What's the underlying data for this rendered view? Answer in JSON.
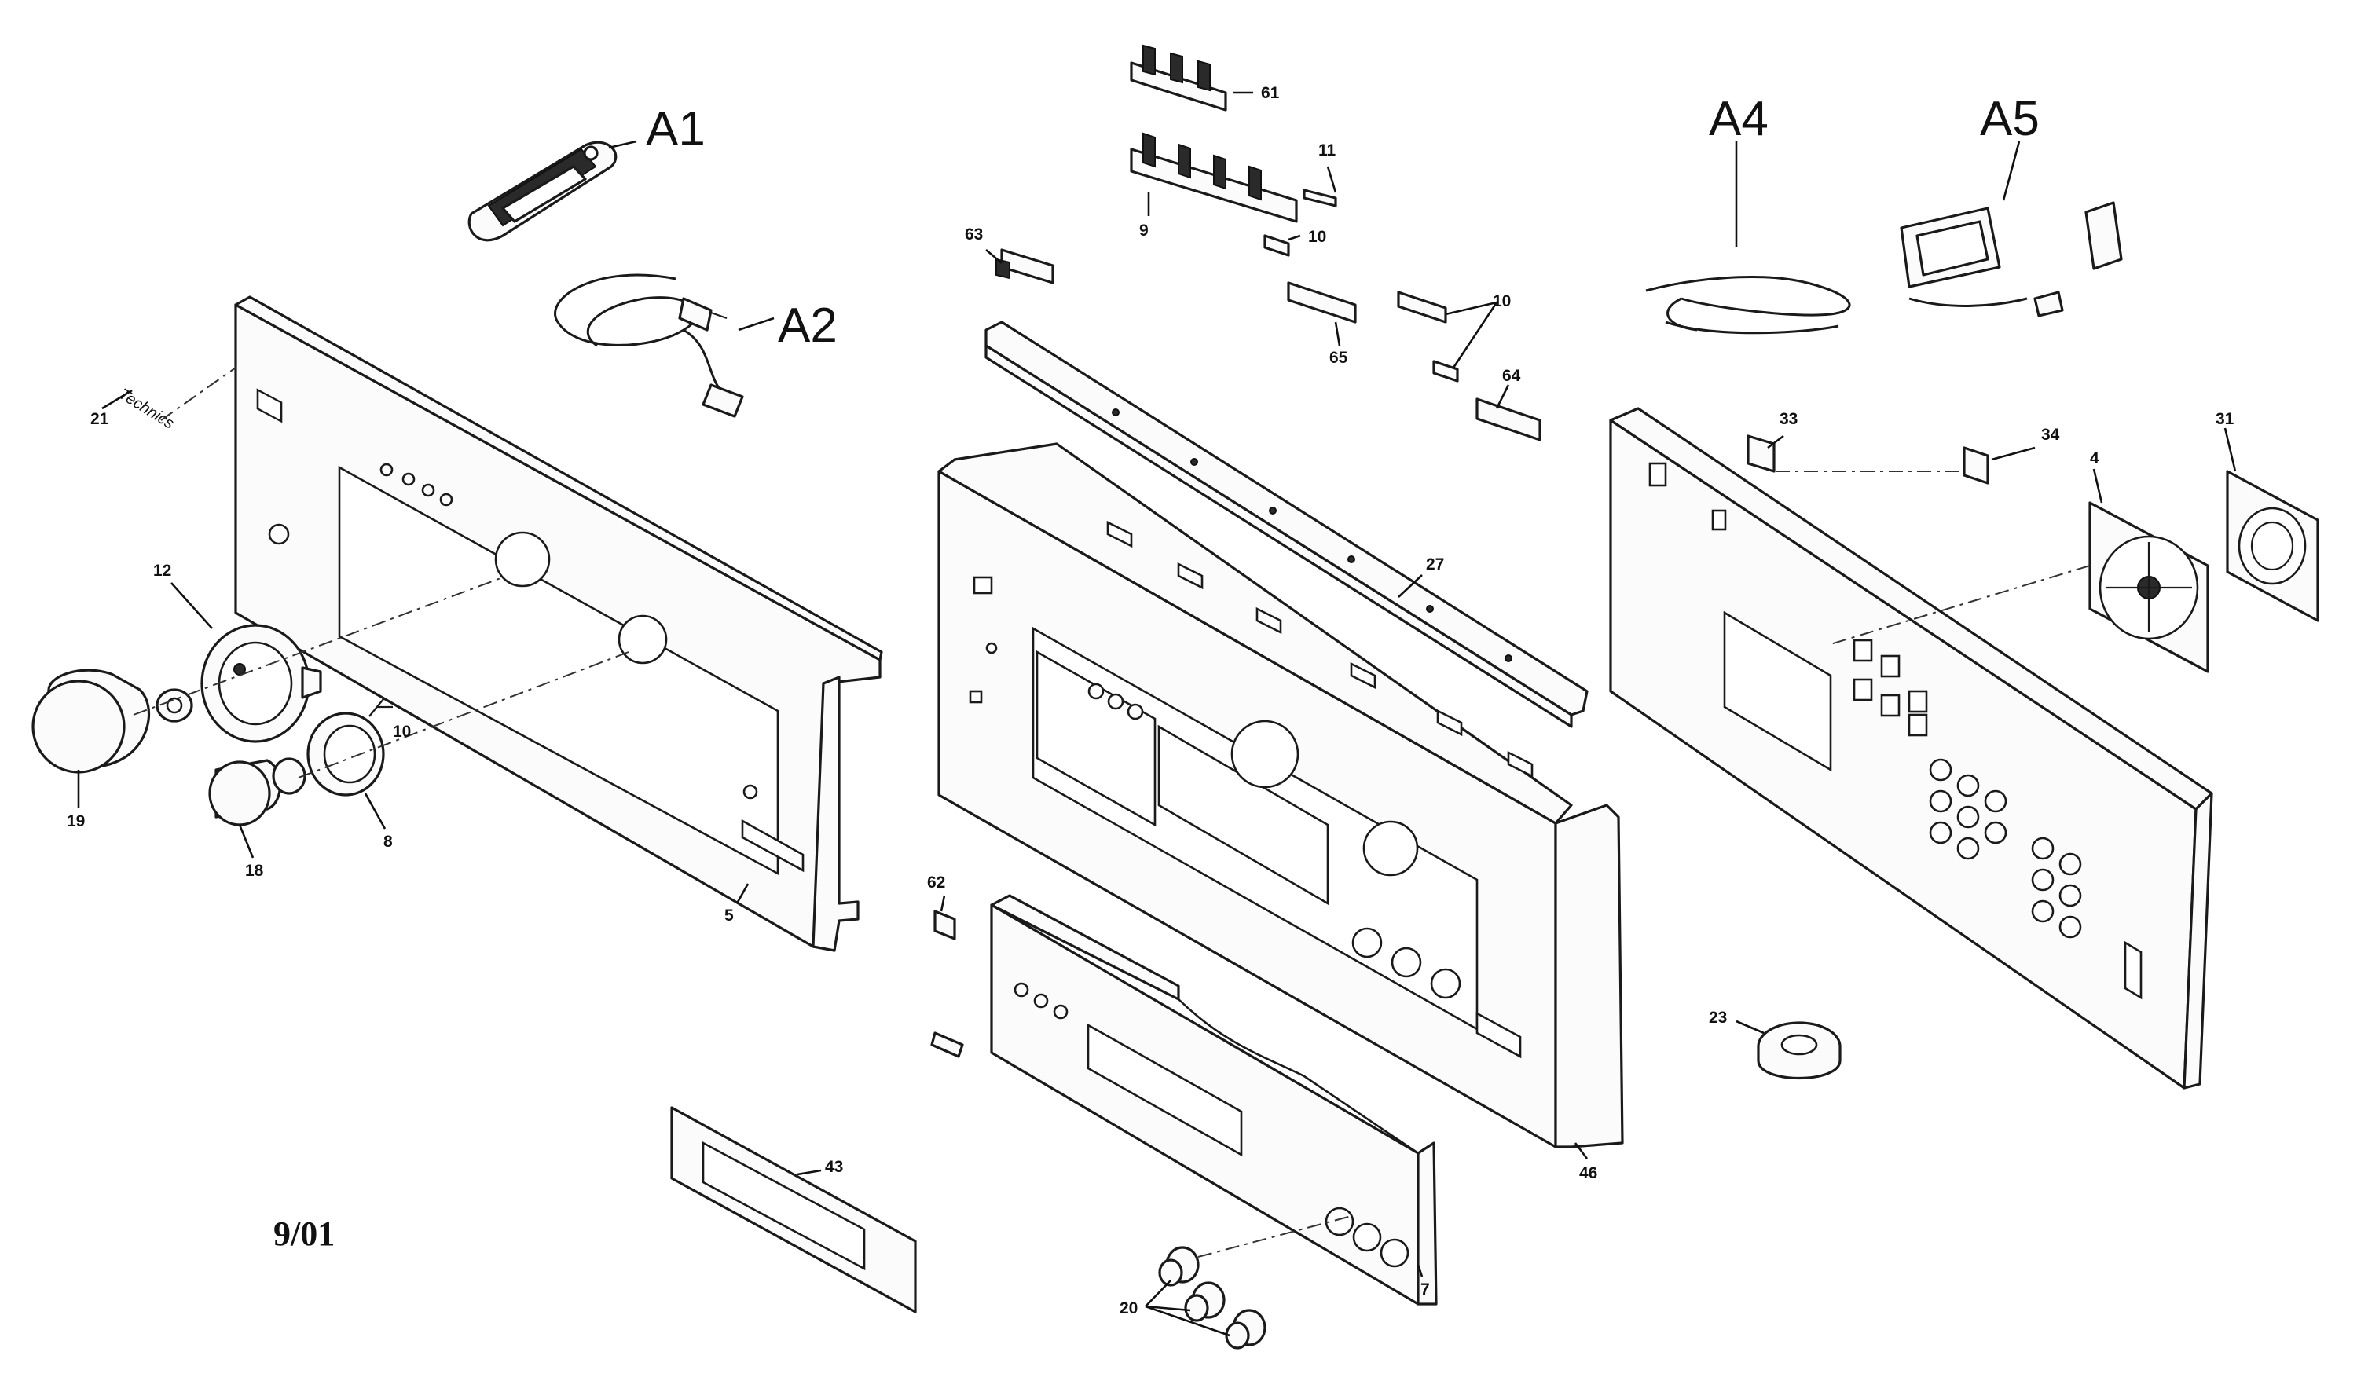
{
  "diagram": {
    "date_stamp": "9/01",
    "brand_badge": "Technics",
    "assembly_labels": [
      "A1",
      "A2",
      "A4",
      "A5"
    ],
    "part_labels": [
      "61",
      "11",
      "9",
      "10",
      "63",
      "10",
      "65",
      "64",
      "21",
      "12",
      "19",
      "18",
      "8",
      "10",
      "5",
      "27",
      "33",
      "34",
      "4",
      "31",
      "62",
      "43",
      "46",
      "23",
      "7",
      "20"
    ]
  }
}
